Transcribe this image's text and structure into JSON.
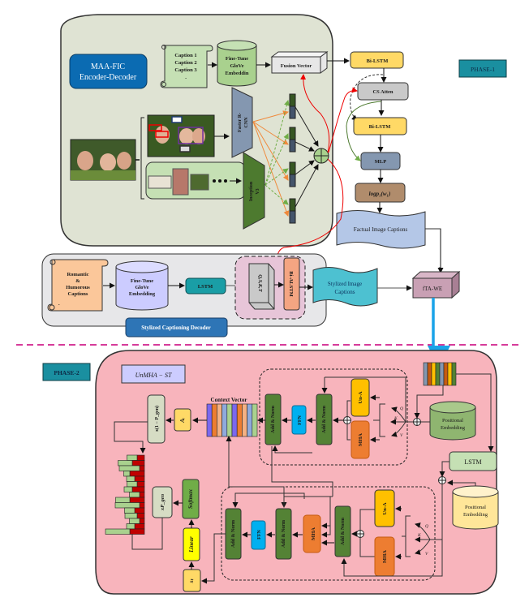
{
  "phase1": {
    "label": "PHASE-1",
    "encoder_title_line1": "MAA-FIC",
    "encoder_title_line2": "Encoder-Decoder",
    "captions": [
      "Caption 1",
      "Caption 2",
      "Caption 3",
      "."
    ],
    "glove": [
      "Fine-Tune",
      "GloVe",
      "Embeddin"
    ],
    "fusion_vector": "Fusion Vector",
    "bilstm_top": "Bi-LSTM",
    "cs_atten": "CS Atten",
    "bilstm_mid": "Bi-LSTM",
    "mlp": "MLP",
    "logp": "logp₁(w₁)",
    "faster_rcnn": [
      "Faster R-",
      "CNN"
    ],
    "inception": [
      "Inception",
      "V3"
    ],
    "factual_captions": "Factual Image Captions",
    "colors": {
      "panel": "#dfe3d3",
      "encoder_badge": "#0b6bb2",
      "phase_badge": "#1a8fa0",
      "bilstm": "#ffd966",
      "cs_atten": "#c9c9c9",
      "mlp": "#8497b0",
      "logp": "#b08c6c",
      "faster_rcnn": "#8497b0",
      "inception": "#4d7a2f",
      "factual": "#b4c7e7"
    }
  },
  "stylized": {
    "source_captions": [
      "Romantic",
      "&",
      "Humorous",
      "Captions",
      "."
    ],
    "glove": [
      "Fine-Tune",
      "GloVe",
      "Embedding"
    ],
    "lstm": "LSTM",
    "qskt": "Q,S,K,T",
    "bialstm": "Bi-ALSTM",
    "stylized_captions": [
      "Stylized Image",
      "Captions"
    ],
    "decoder_label": "Stylized Captioning Decoder",
    "fta_we": "fTA-WE",
    "colors": {
      "panel": "#e7e7e9",
      "scroll": "#fbc79a",
      "glove": "#ccccff",
      "lstm": "#1a9ea6",
      "attn_region": "#e7c5d8",
      "bialstm": "#f4a582",
      "stylized": "#4dc1d1",
      "decoder_badge": "#2e75b6",
      "fta_we": "#c9a0b4"
    }
  },
  "phase2": {
    "label": "PHASE-2",
    "model_name": "UnMHA − ST",
    "context_vector": "Context Vector",
    "ai": "Aᵢ",
    "one_minus_pgen": "x(1 − P_gen)",
    "xpgen": "xP_gen",
    "softmax": "Softmax",
    "linear": "Linear",
    "st": "sₜ",
    "encoder_blocks": {
      "add_norm_1": "Add & Norm",
      "ffn": "FFN",
      "add_norm_2": "Add & Norm",
      "un_a": "Un-A",
      "mha": "MHA",
      "q": "Q",
      "k": "K",
      "v": "V"
    },
    "decoder_blocks": {
      "add_norm_1": "Add & Norm",
      "ffn": "FFN",
      "add_norm_2": "Add & Norm",
      "mha_cross": "MHA",
      "add_norm_3": "Add & Norm",
      "un_a": "Un-A",
      "mha": "MHA",
      "q": "Q",
      "k": "K",
      "v": "V"
    },
    "positional_embedding_top": [
      "Positional",
      "Embedding"
    ],
    "lstm": "LSTM",
    "positional_embedding_bottom": [
      "Positional",
      "Embedding"
    ],
    "colors": {
      "panel": "#f8b4bc",
      "add_norm": "#548235",
      "ffn": "#00b0f0",
      "un_a": "#ffc000",
      "mha": "#ed7d31",
      "model_badge": "#ccccff",
      "pos_top": "#8fb570",
      "pos_bottom": "#ffe699",
      "lstm": "#c5e0b4",
      "softmax": "#70ad47",
      "linear": "#ffff00",
      "ai": "#ffd966",
      "gen": "#d6dcc4",
      "hist_red": "#c00000",
      "hist_green": "#a9d18e",
      "link": "#00b0f0",
      "divider": "#d63c9a"
    }
  }
}
